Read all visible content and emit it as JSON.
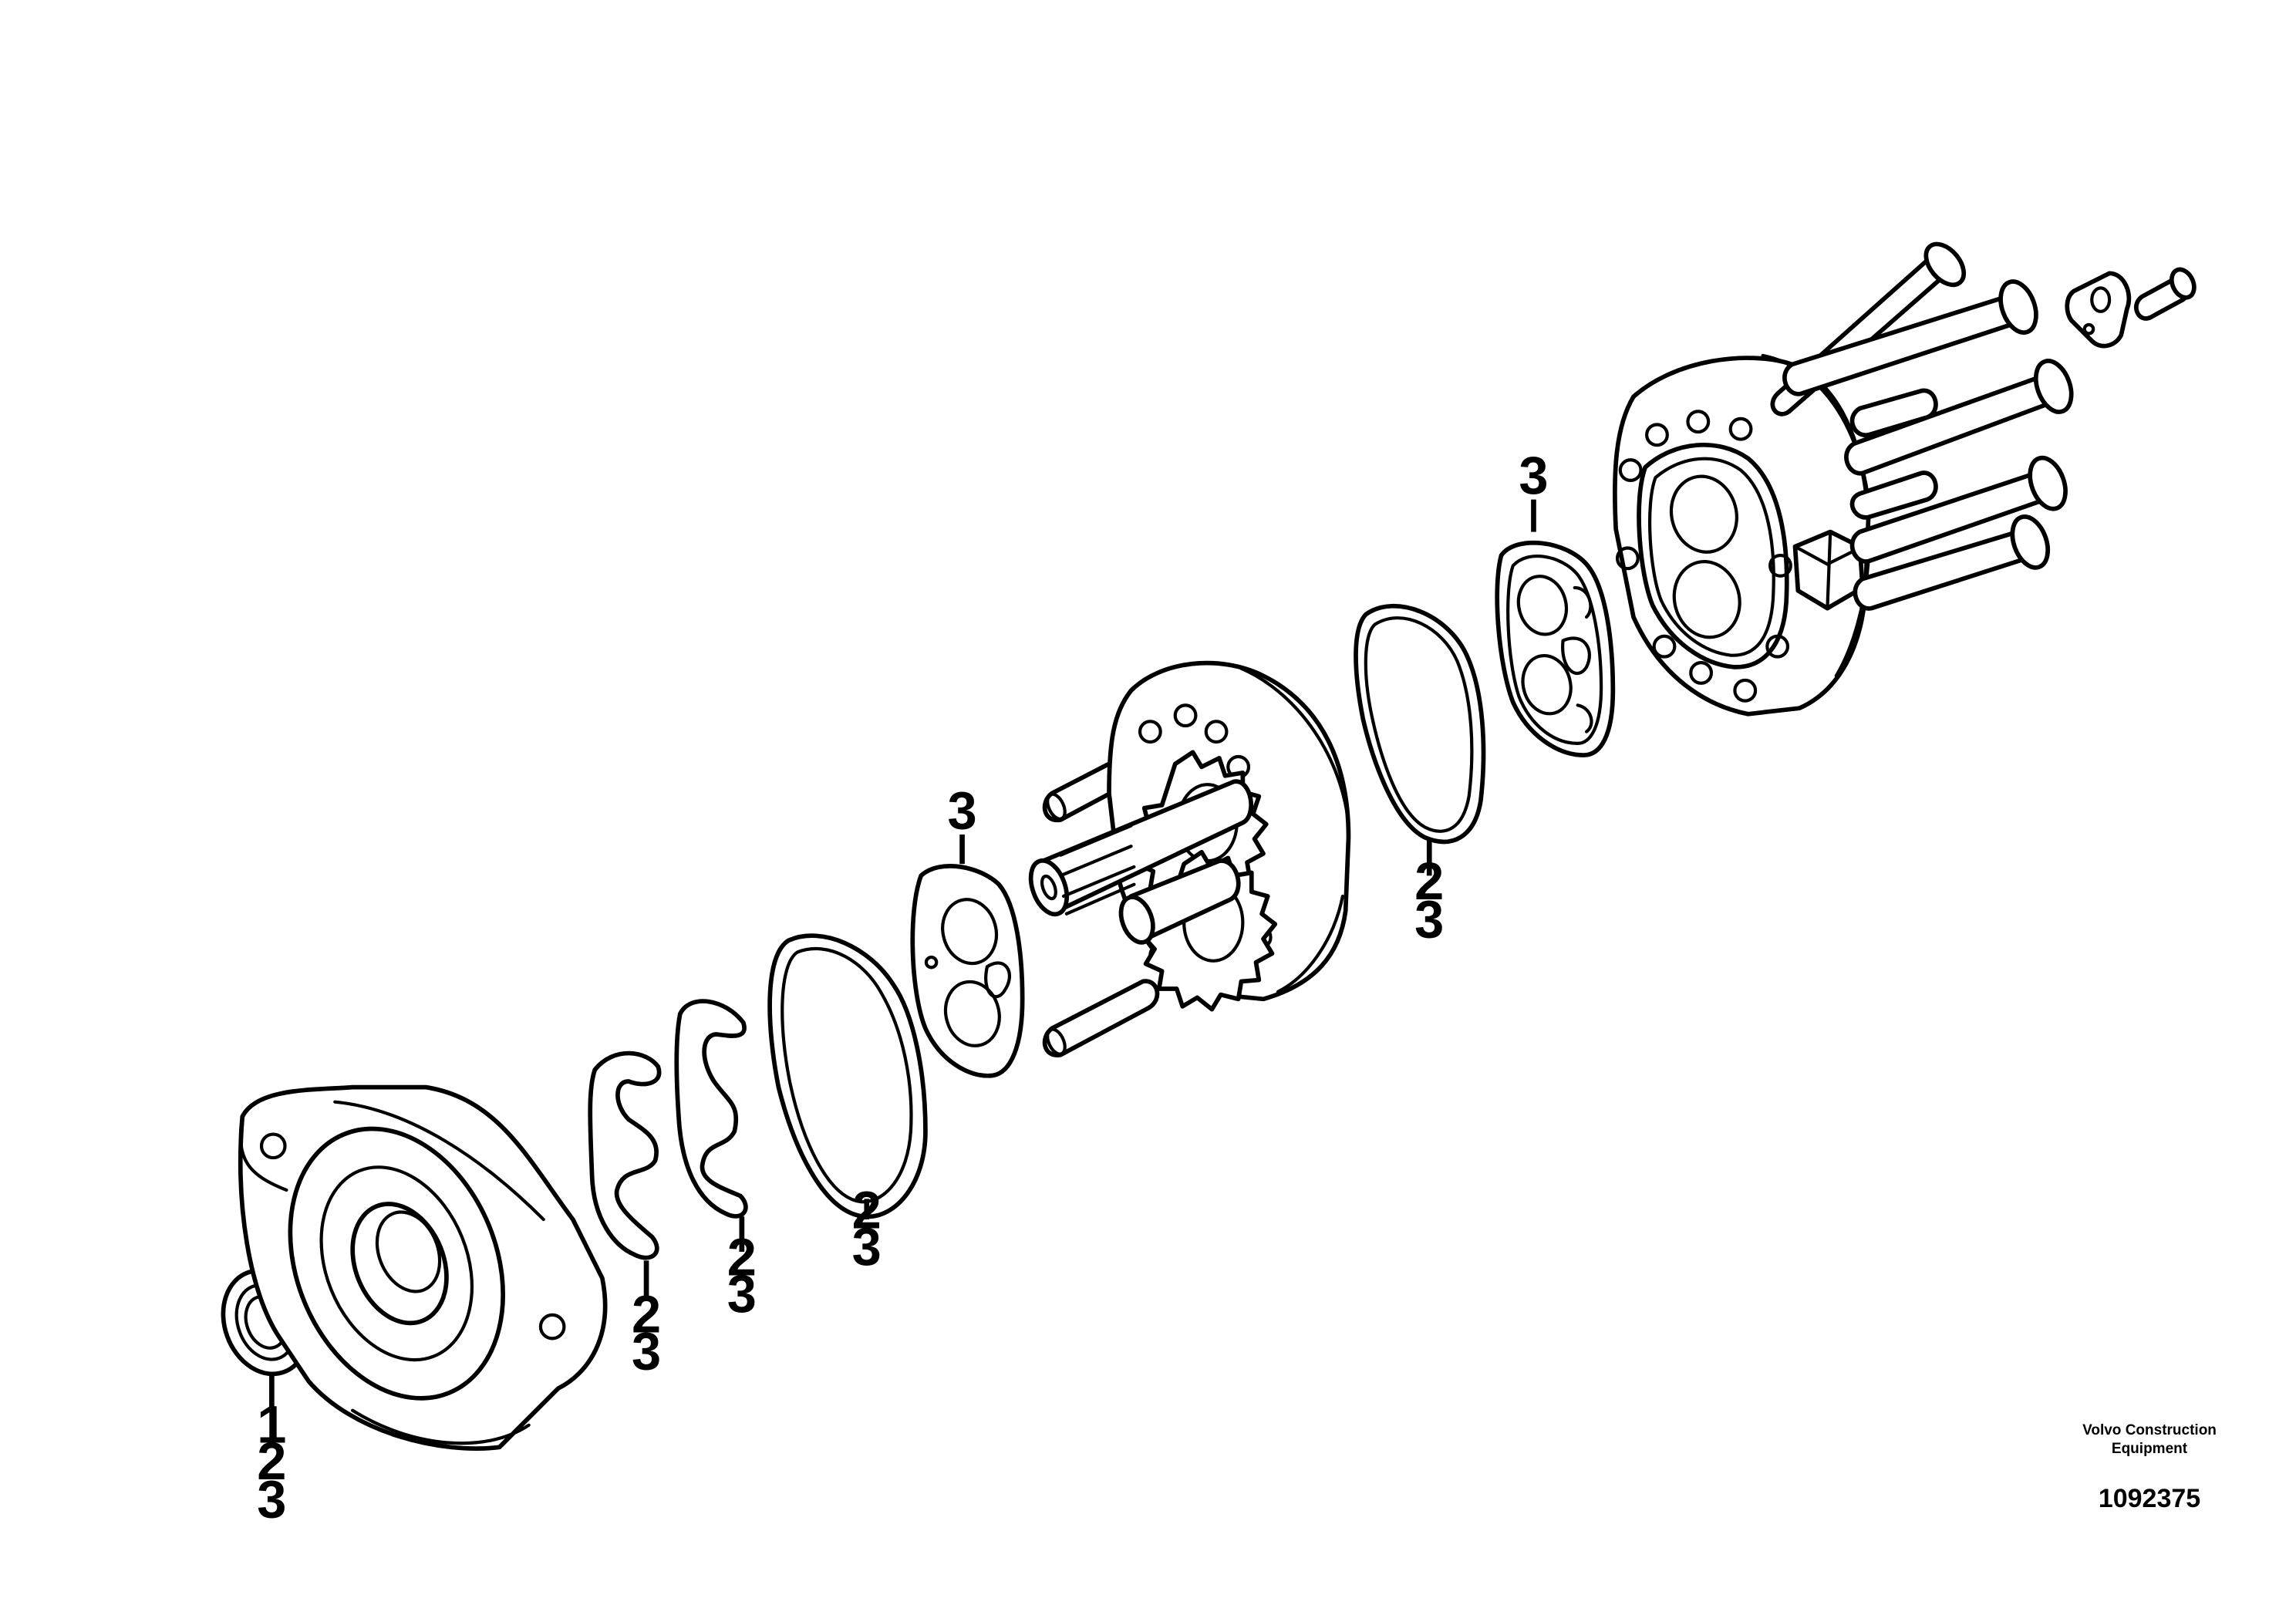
{
  "callouts": [
    {
      "part": "shaft-seal",
      "lines": [
        "1",
        "2",
        "3"
      ]
    },
    {
      "part": "seal-ring-a",
      "lines": [
        "2",
        "3"
      ]
    },
    {
      "part": "seal-ring-b",
      "lines": [
        "2",
        "3"
      ]
    },
    {
      "part": "o-ring-front",
      "lines": [
        "2",
        "3"
      ]
    },
    {
      "part": "wear-plate-front",
      "lines": [
        "3"
      ]
    },
    {
      "part": "o-ring-rear",
      "lines": [
        "2",
        "3"
      ]
    },
    {
      "part": "wear-plate-rear",
      "lines": [
        "3"
      ]
    }
  ],
  "caption": {
    "brand_line1": "Volvo Construction",
    "brand_line2": "Equipment",
    "reference": "1092375"
  }
}
